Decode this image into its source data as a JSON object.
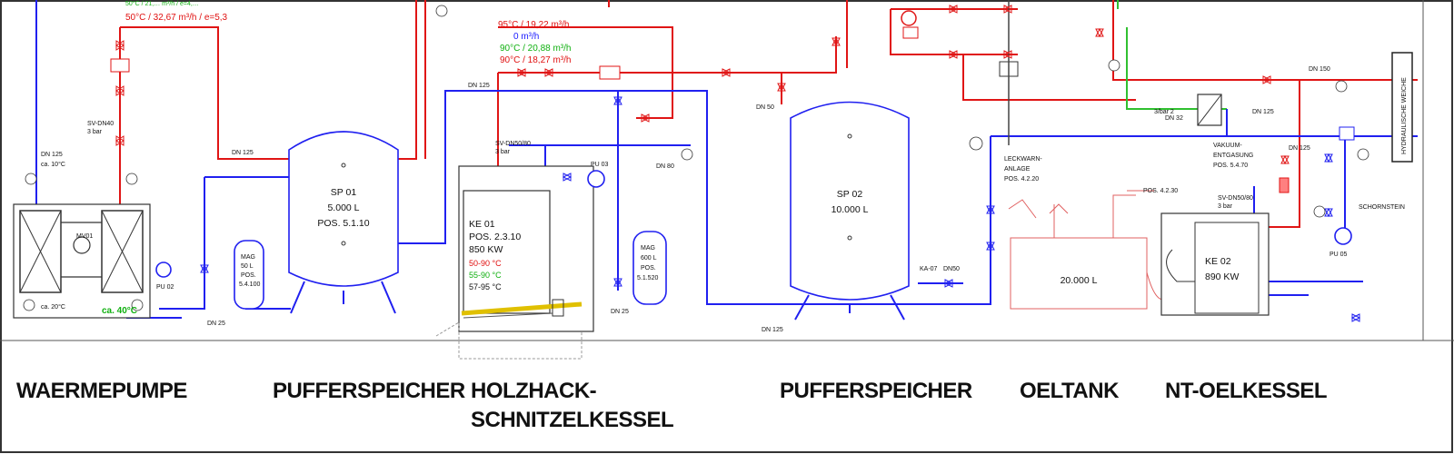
{
  "top_labels": {
    "hp_line1": "50°C / 21,… m³/h / e=4,…",
    "hp_line2": "50°C / 32,67 m³/h / e=5,3",
    "kessel_line1": "95°C / 19,22 m³/h",
    "kessel_line2": "0 m³/h",
    "kessel_line3": "90°C / 20,88 m³/h",
    "kessel_line4": "90°C / 18,27 m³/h"
  },
  "pipes": {
    "dn125_a": "DN 125",
    "dn125_b": "DN 125",
    "dn125_c": "DN 125",
    "dn125_d": "DN 125",
    "dn125_e": "DN 125",
    "dn125_f": "DN 125",
    "dn150": "DN 150",
    "dn50": "DN 50",
    "dn80": "DN 80",
    "dn25_a": "DN 25",
    "dn25_b": "DN 25",
    "dn32": "DN 32"
  },
  "labels": {
    "ca10": "ca. 10°C",
    "ca20": "ca. 20°C",
    "ca40": "ca. 40°C",
    "sv1": "SV-DN40",
    "sv1b": "3 bar",
    "sv2": "SV-DN50/80",
    "sv2b": "3 bar",
    "sv3": "SV-DN50/80",
    "sv3b": "3 bar",
    "pu02": "PU 02",
    "pu03": "PU 03",
    "pu05": "PU 05",
    "mv01": "MV01",
    "mag1": "MAG",
    "mag1b": "50 L",
    "mag1c": "POS.",
    "mag1d": "5.4.100",
    "mag2": "MAG",
    "mag2b": "600 L",
    "mag2c": "POS.",
    "mag2d": "5.1.520",
    "ka07": "KA-07",
    "dn50b": "DN50",
    "leck1": "LECKWARN-",
    "leck2": "ANLAGE",
    "leck3": "POS. 4.2.20",
    "vak1": "VAKUUM-",
    "vak2": "ENTGASUNG",
    "vak3": "POS. 5.4.70",
    "pos4": "POS. 4.2.30",
    "hydro": "HYDRAULISCHE WEICHE",
    "schorn": "SCHORNSTEIN",
    "bar": "3/bar 2"
  },
  "equipment": {
    "sp01": {
      "name": "SP 01",
      "volume": "5.000 L",
      "pos": "POS. 5.1.10"
    },
    "sp02": {
      "name": "SP 02",
      "volume": "10.000 L"
    },
    "ke01": {
      "name": "KE 01",
      "pos": "POS. 2.3.10",
      "power": "850 KW",
      "t1": "50-90 °C",
      "t2": "55-90 °C",
      "t3": "57-95 °C"
    },
    "oeltank": {
      "volume": "20.000 L"
    },
    "ke02": {
      "name": "KE 02",
      "power": "890 KW"
    }
  },
  "captions": {
    "waermepumpe": "WAERMEPUMPE",
    "pufferspeicher1": "PUFFERSPEICHER",
    "holzhack1": "HOLZHACK-",
    "holzhack2": "SCHNITZELKESSEL",
    "pufferspeicher2": "PUFFERSPEICHER",
    "oeltank": "OELTANK",
    "ntoelkessel": "NT-OELKESSEL"
  },
  "colors": {
    "supply": "#e01515",
    "return": "#2020f0",
    "green": "#30c030"
  }
}
